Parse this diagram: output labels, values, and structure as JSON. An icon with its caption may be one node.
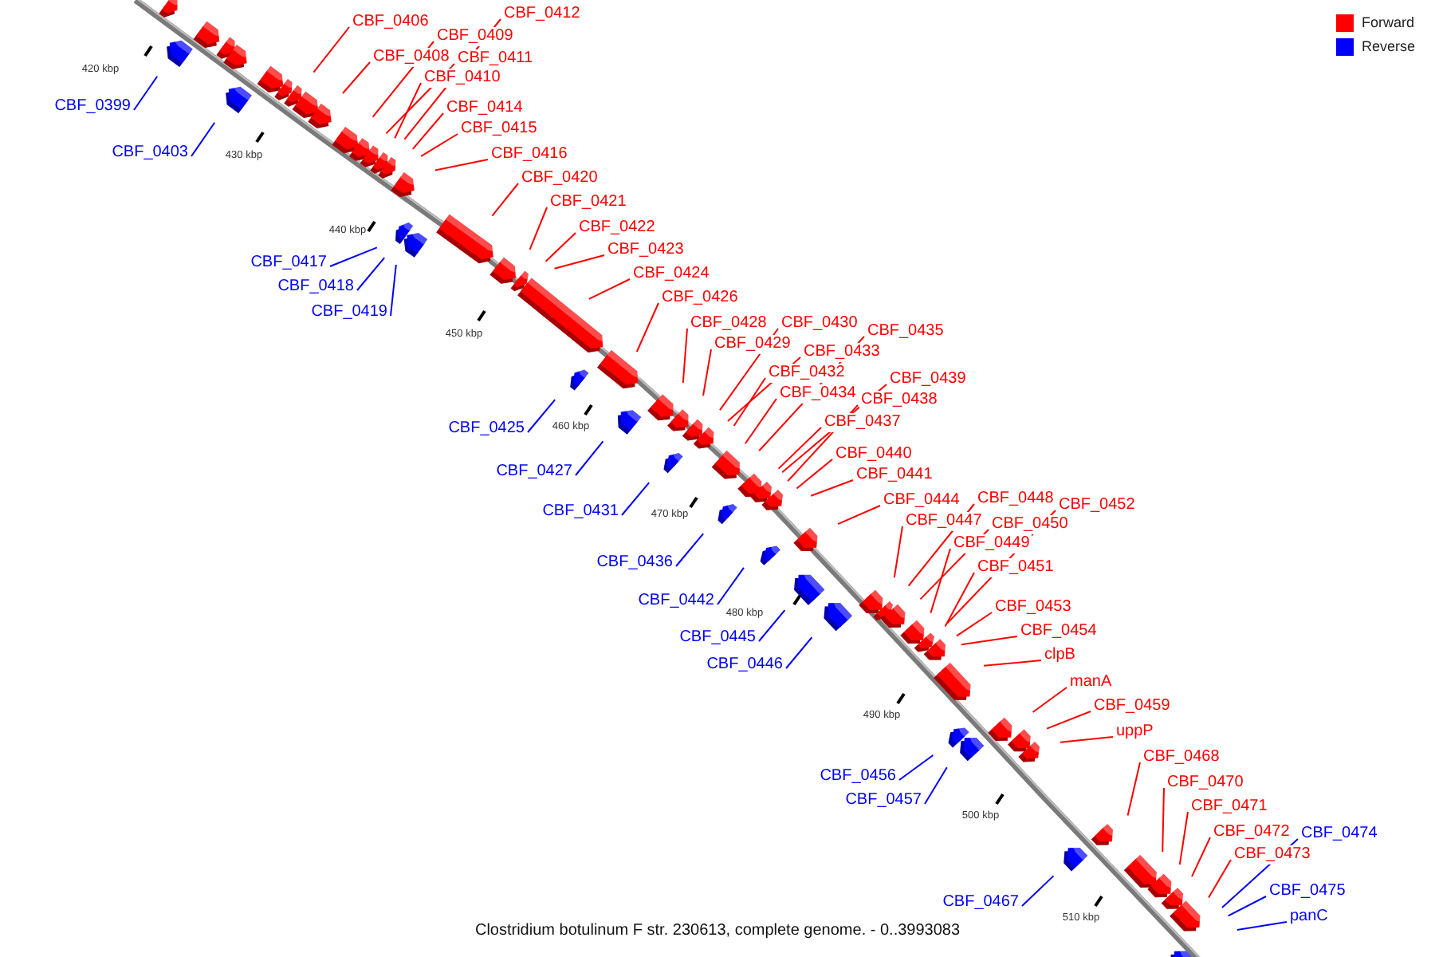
{
  "diagram": {
    "caption": "Clostridium botulinum F str. 230613, complete genome. - 0..3993083",
    "nodes": [
      {
        "text": [
          "CBF_0412"
        ]
      },
      {
        "text": [
          "CBF_0406"
        ]
      },
      {
        "text": [
          "CBF_0409"
        ]
      },
      {
        "text": [
          "CBF_0408"
        ]
      },
      {
        "text": [
          "CBF_0411"
        ]
      },
      {
        "text": [
          "CBF_0410"
        ]
      },
      {
        "text": [
          "CBF_0399"
        ]
      },
      {
        "text": [
          "CBF_0414"
        ]
      },
      {
        "text": [
          "CBF_0415"
        ]
      },
      {
        "text": [
          "CBF_0403"
        ]
      },
      {
        "text": [
          "CBF_0416"
        ]
      },
      {
        "text": [
          "CBF_0420"
        ]
      },
      {
        "text": [
          "CBF_0421"
        ]
      },
      {
        "text": [
          "CBF_0422"
        ]
      },
      {
        "text": [
          "CBF_0423"
        ]
      },
      {
        "text": [
          "CBF_0417"
        ]
      },
      {
        "text": [
          "CBF_0424"
        ]
      },
      {
        "text": [
          "CBF_0418"
        ]
      },
      {
        "text": [
          "CBF_0426"
        ]
      },
      {
        "text": [
          "CBF_0419"
        ]
      },
      {
        "text": [
          "CBF_0428"
        ]
      },
      {
        "text": [
          "CBF_0430"
        ]
      },
      {
        "text": [
          "CBF_0435"
        ]
      },
      {
        "text": [
          "CBF_0429"
        ]
      },
      {
        "text": [
          "CBF_0433"
        ]
      },
      {
        "text": [
          "CBF_0432"
        ]
      },
      {
        "text": [
          "CBF_0439"
        ]
      },
      {
        "text": [
          "CBF_0434"
        ]
      },
      {
        "text": [
          "CBF_0438"
        ]
      },
      {
        "text": [
          "CBF_0437"
        ]
      },
      {
        "text": [
          "CBF_0425"
        ]
      },
      {
        "text": [
          "CBF_0440"
        ]
      },
      {
        "text": [
          "CBF_0427"
        ]
      },
      {
        "text": [
          "CBF_0441"
        ]
      },
      {
        "text": [
          "CBF_0448"
        ]
      },
      {
        "text": [
          "CBF_0444"
        ]
      },
      {
        "text": [
          "CBF_0452"
        ]
      },
      {
        "text": [
          "CBF_0431"
        ]
      },
      {
        "text": [
          "CBF_0447"
        ]
      },
      {
        "text": [
          "CBF_0450"
        ]
      },
      {
        "text": [
          "CBF_0449"
        ]
      },
      {
        "text": [
          "CBF_0436"
        ]
      },
      {
        "text": [
          "CBF_0451"
        ]
      },
      {
        "text": [
          "CBF_0442"
        ]
      },
      {
        "text": [
          "CBF_0453"
        ]
      },
      {
        "text": [
          "CBF_0454"
        ]
      },
      {
        "text": [
          "CBF_0445"
        ]
      },
      {
        "text": [
          "clpB"
        ]
      },
      {
        "text": [
          "CBF_0446"
        ]
      },
      {
        "text": [
          "manA"
        ]
      },
      {
        "text": [
          "CBF_0459"
        ]
      },
      {
        "text": [
          "uppP"
        ]
      },
      {
        "text": [
          "CBF_0468"
        ]
      },
      {
        "text": [
          "CBF_0456"
        ]
      },
      {
        "text": [
          "CBF_0470"
        ]
      },
      {
        "text": [
          "CBF_0457"
        ]
      },
      {
        "text": [
          "CBF_0471"
        ]
      },
      {
        "text": [
          "CBF_0472"
        ]
      },
      {
        "text": [
          "CBF_0474"
        ]
      },
      {
        "text": [
          "CBF_0473"
        ]
      },
      {
        "text": [
          "CBF_0475"
        ]
      },
      {
        "text": [
          "CBF_0467"
        ]
      },
      {
        "text": [
          "panC"
        ]
      }
    ],
    "edges": [
      {
        "from": 0,
        "to": null,
        "arrow": "none"
      },
      {
        "from": 1,
        "to": null,
        "arrow": "none"
      },
      {
        "from": 2,
        "to": null,
        "arrow": "none"
      },
      {
        "from": 3,
        "to": null,
        "arrow": "none"
      },
      {
        "from": 4,
        "to": null,
        "arrow": "none"
      },
      {
        "from": 5,
        "to": null,
        "arrow": "none"
      },
      {
        "from": 6,
        "to": null,
        "arrow": "none",
        "color": "#0000ff"
      },
      {
        "from": 7,
        "to": null,
        "arrow": "none"
      },
      {
        "from": 8,
        "to": null,
        "arrow": "none"
      },
      {
        "from": 9,
        "to": null,
        "arrow": "none",
        "color": "#0000ff"
      },
      {
        "from": 10,
        "to": null,
        "arrow": "none"
      },
      {
        "from": 11,
        "to": null,
        "arrow": "none"
      },
      {
        "from": 12,
        "to": null,
        "arrow": "none"
      },
      {
        "from": 13,
        "to": null,
        "arrow": "none"
      },
      {
        "from": 14,
        "to": null,
        "arrow": "none"
      },
      {
        "from": 15,
        "to": null,
        "arrow": "none",
        "color": "#0000ff"
      },
      {
        "from": 16,
        "to": null,
        "arrow": "none"
      },
      {
        "from": 17,
        "to": null,
        "arrow": "none",
        "color": "#0000ff"
      },
      {
        "from": 18,
        "to": null,
        "arrow": "none"
      },
      {
        "from": 19,
        "to": null,
        "arrow": "none",
        "color": "#0000ff"
      },
      {
        "from": 20,
        "to": null,
        "arrow": "none"
      },
      {
        "from": 21,
        "to": null,
        "arrow": "none"
      },
      {
        "from": 22,
        "to": null,
        "arrow": "none"
      },
      {
        "from": 23,
        "to": null,
        "arrow": "none"
      },
      {
        "from": 24,
        "to": null,
        "arrow": "none"
      },
      {
        "from": 25,
        "to": null,
        "arrow": "none"
      },
      {
        "from": 26,
        "to": null,
        "arrow": "none"
      },
      {
        "from": 27,
        "to": null,
        "arrow": "none"
      },
      {
        "from": 28,
        "to": null,
        "arrow": "none"
      },
      {
        "from": 29,
        "to": null,
        "arrow": "none"
      },
      {
        "from": 30,
        "to": null,
        "arrow": "none",
        "color": "#0000ff"
      },
      {
        "from": 31,
        "to": null,
        "arrow": "none"
      },
      {
        "from": 32,
        "to": null,
        "arrow": "none",
        "color": "#0000ff"
      },
      {
        "from": 33,
        "to": null,
        "arrow": "none"
      },
      {
        "from": 34,
        "to": null,
        "arrow": "none"
      },
      {
        "from": 35,
        "to": null,
        "arrow": "none"
      },
      {
        "from": 36,
        "to": null,
        "arrow": "none"
      },
      {
        "from": 37,
        "to": null,
        "arrow": "none",
        "color": "#0000ff"
      },
      {
        "from": 38,
        "to": null,
        "arrow": "none"
      },
      {
        "from": 39,
        "to": null,
        "arrow": "none"
      },
      {
        "from": 40,
        "to": null,
        "arrow": "none"
      },
      {
        "from": 41,
        "to": null,
        "arrow": "none",
        "color": "#0000ff"
      },
      {
        "from": 42,
        "to": null,
        "arrow": "none"
      },
      {
        "from": 43,
        "to": null,
        "arrow": "none",
        "color": "#0000ff"
      },
      {
        "from": 44,
        "to": null,
        "arrow": "none"
      },
      {
        "from": 45,
        "to": null,
        "arrow": "none"
      },
      {
        "from": 46,
        "to": null,
        "arrow": "none",
        "color": "#0000ff"
      },
      {
        "from": 47,
        "to": null,
        "arrow": "none"
      },
      {
        "from": 48,
        "to": null,
        "arrow": "none",
        "color": "#0000ff"
      },
      {
        "from": 49,
        "to": null,
        "arrow": "none"
      },
      {
        "from": 50,
        "to": null,
        "arrow": "none"
      },
      {
        "from": 51,
        "to": null,
        "arrow": "none"
      },
      {
        "from": 52,
        "to": null,
        "arrow": "none"
      },
      {
        "from": 53,
        "to": null,
        "arrow": "none",
        "color": "#0000ff"
      },
      {
        "from": 54,
        "to": null,
        "arrow": "none"
      },
      {
        "from": 55,
        "to": null,
        "arrow": "none",
        "color": "#0000ff"
      },
      {
        "from": 56,
        "to": null,
        "arrow": "none"
      },
      {
        "from": 57,
        "to": null,
        "arrow": "none"
      },
      {
        "from": 58,
        "to": null,
        "arrow": "none",
        "color": "#0000ff"
      },
      {
        "from": 59,
        "to": null,
        "arrow": "none"
      },
      {
        "from": 60,
        "to": null,
        "arrow": "none",
        "color": "#0000ff"
      },
      {
        "from": 61,
        "to": null,
        "arrow": "none",
        "color": "#0000ff"
      },
      {
        "from": 62,
        "to": null,
        "arrow": "none",
        "color": "#0000ff"
      }
    ],
    "labels": [
      "420 kbp",
      "430 kbp",
      "440 kbp",
      "450 kbp",
      "460 kbp",
      "470 kbp",
      "480 kbp",
      "490 kbp",
      "500 kbp",
      "510 kbp"
    ],
    "legend": [
      {
        "text": "Forward",
        "color": "#ff0000"
      },
      {
        "text": "Reverse",
        "color": "#0000ff"
      }
    ]
  }
}
